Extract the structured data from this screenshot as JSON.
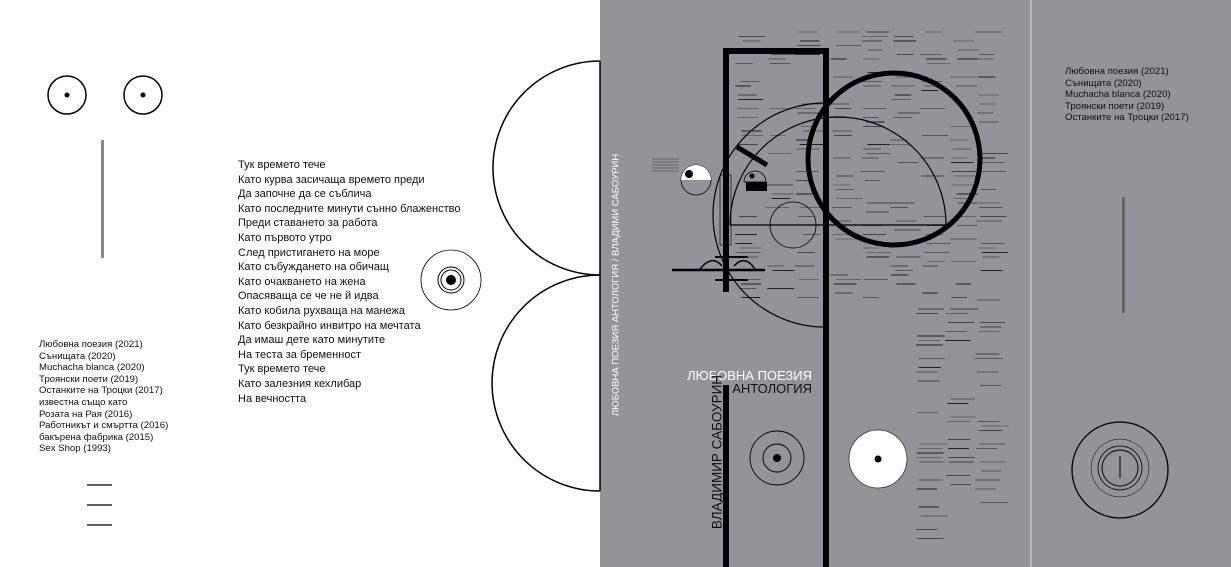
{
  "back_flap": {
    "books": [
      "Любовна поезия (2021)",
      "Сънищата (2020)",
      "Muchacha blanca (2020)",
      "Троянски поети (2019)",
      "Останките на Троцки (2017)",
      "известна също като",
      "Розата на Рая (2016)",
      "Работникът и смъртта (2016)",
      "бакърена фабрика (2015)",
      "Sex Shop (1993)"
    ]
  },
  "poem": {
    "lines": [
      "Тук времето тече",
      "Като курва засичаща времето преди",
      "Да започне да се съблича",
      "Като последните минути сънно блаженство",
      "Преди ставането за работа",
      "Като първото утро",
      "След пристигането на море",
      "Като събуждането на обичащ",
      "Като очакването на жена",
      "Опасяваща се че не й идва",
      "Като кобила рухваща на манежа",
      "Като безкрайно инвитро на мечтата",
      "Да имаш дете като минутите",
      "На теста за бременност",
      "Тук времето тече",
      "Като залезния кехлибар",
      "На вечността"
    ]
  },
  "spine": {
    "text": "ЛЮБОВНА ПОЕЗИЯ АНТОЛОГИЯ / ВЛАДИМИ САБОУРИН"
  },
  "cover": {
    "title": "ЛЮБОВНА ПОЕЗИЯ",
    "subtitle": "АНТОЛОГИЯ",
    "author": "ВЛАДИМИР САБОУРИН"
  },
  "front_flap": {
    "books": [
      "Любовна поезия (2021)",
      "Сънищата (2020)",
      "Muchacha blanca (2020)",
      "Троянски поети (2019)",
      "Останките на Троцки (2017)"
    ]
  },
  "colors": {
    "cover_gray": "#939399",
    "ink": "#000000",
    "paper": "#ffffff"
  }
}
